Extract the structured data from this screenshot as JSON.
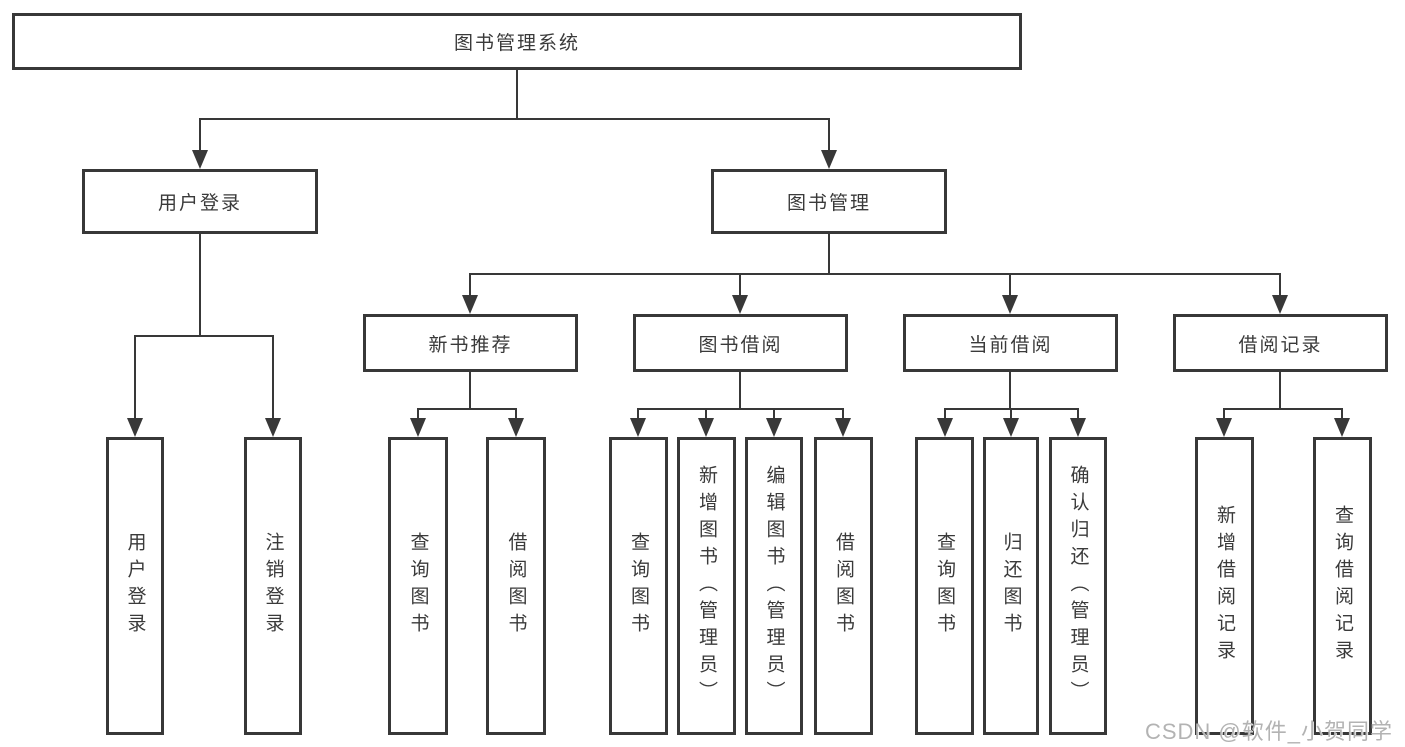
{
  "palette": {
    "background": "#ffffff",
    "line": "#383838",
    "box_border": "#383838",
    "box_fill": "#ffffff",
    "label_text": "#3a3a3a",
    "watermark_text": "#b3b3b3"
  },
  "tree": {
    "root": {
      "label": "图书管理系统"
    },
    "level1": [
      {
        "label": "用户登录"
      },
      {
        "label": "图书管理"
      }
    ],
    "level2": [
      {
        "label": "新书推荐",
        "parent": "图书管理"
      },
      {
        "label": "图书借阅",
        "parent": "图书管理"
      },
      {
        "label": "当前借阅",
        "parent": "图书管理"
      },
      {
        "label": "借阅记录",
        "parent": "图书管理"
      }
    ],
    "leaves": [
      {
        "label": "用户登录",
        "parent": "用户登录"
      },
      {
        "label": "注销登录",
        "parent": "用户登录"
      },
      {
        "label": "查询图书",
        "parent": "新书推荐"
      },
      {
        "label": "借阅图书",
        "parent": "新书推荐"
      },
      {
        "label": "查询图书",
        "parent": "图书借阅"
      },
      {
        "label": "新增图书（管理员）",
        "parent": "图书借阅"
      },
      {
        "label": "编辑图书（管理员）",
        "parent": "图书借阅"
      },
      {
        "label": "借阅图书",
        "parent": "图书借阅"
      },
      {
        "label": "查询图书",
        "parent": "当前借阅"
      },
      {
        "label": "归还图书",
        "parent": "当前借阅"
      },
      {
        "label": "确认归还（管理员）",
        "parent": "当前借阅"
      },
      {
        "label": "新增借阅记录",
        "parent": "借阅记录"
      },
      {
        "label": "查询借阅记录",
        "parent": "借阅记录"
      }
    ]
  },
  "watermark": {
    "text": "CSDN @软件_小贺同学"
  }
}
